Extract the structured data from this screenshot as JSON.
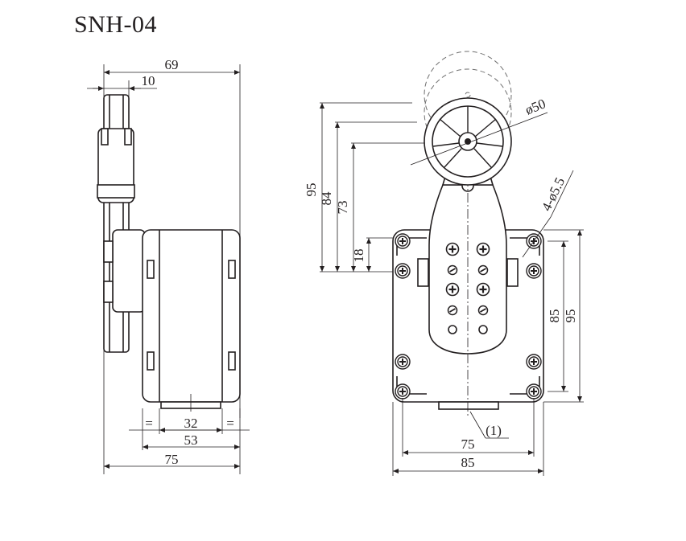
{
  "title": "SNH-04",
  "side_view": {
    "dims": {
      "overall_width": "69",
      "lever_thickness": "10",
      "mount_spacing": "32",
      "equal_left": "=",
      "equal_right": "=",
      "base_width": "53",
      "total_width": "75"
    }
  },
  "front_view": {
    "dims": {
      "roller_diameter": "ø50",
      "mount_holes": "4-ø5.5",
      "height_95": "95",
      "height_84": "84",
      "height_73": "73",
      "height_18": "18",
      "hole_spacing_v": "85",
      "body_height": "95",
      "hole_spacing_h": "75",
      "body_width": "85"
    },
    "callout": "(1)"
  }
}
